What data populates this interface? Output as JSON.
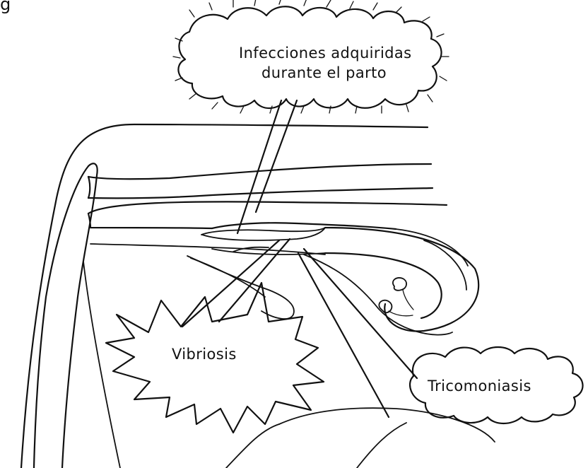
{
  "diagram": {
    "header_fragment": "g",
    "callouts": {
      "birth_infections": {
        "line1": "Infecciones adquiridas",
        "line2": "durante el parto"
      },
      "vibriosis": {
        "label": "Vibriosis"
      },
      "trichomoniasis": {
        "label": "Tricomoniasis"
      }
    }
  }
}
